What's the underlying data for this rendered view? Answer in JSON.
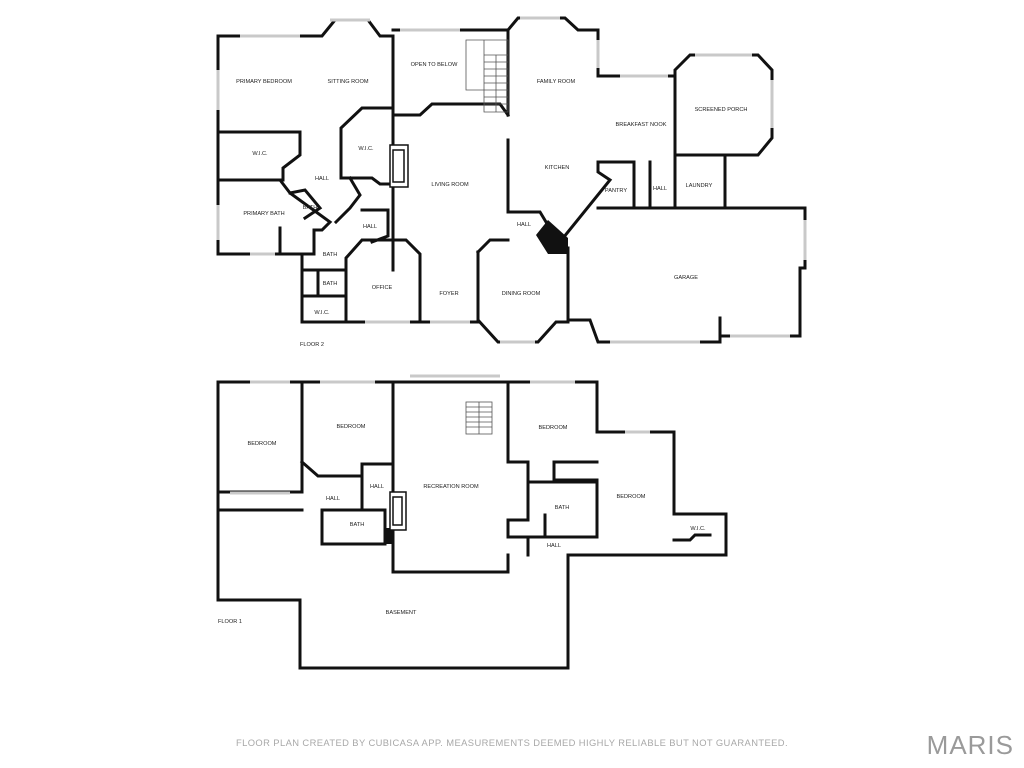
{
  "floors": [
    {
      "floor_label": "FLOOR 2",
      "rooms": [
        {
          "label": "PRIMARY BEDROOM"
        },
        {
          "label": "SITTING ROOM"
        },
        {
          "label": "OPEN TO BELOW"
        },
        {
          "label": "FAMILY ROOM"
        },
        {
          "label": "BREAKFAST NOOK"
        },
        {
          "label": "SCREENED PORCH"
        },
        {
          "label": "W.I.C."
        },
        {
          "label": "W.I.C."
        },
        {
          "label": "HALL"
        },
        {
          "label": "BATH"
        },
        {
          "label": "PRIMARY BATH"
        },
        {
          "label": "HALL"
        },
        {
          "label": "LIVING ROOM"
        },
        {
          "label": "KITCHEN"
        },
        {
          "label": "PANTRY"
        },
        {
          "label": "HALL"
        },
        {
          "label": "LAUNDRY"
        },
        {
          "label": "HALL"
        },
        {
          "label": "BATH"
        },
        {
          "label": "BATH"
        },
        {
          "label": "W.I.C."
        },
        {
          "label": "OFFICE"
        },
        {
          "label": "FOYER"
        },
        {
          "label": "DINING ROOM"
        },
        {
          "label": "GARAGE"
        }
      ]
    },
    {
      "floor_label": "FLOOR 1",
      "rooms": [
        {
          "label": "BEDROOM"
        },
        {
          "label": "BEDROOM"
        },
        {
          "label": "BEDROOM"
        },
        {
          "label": "RECREATION ROOM"
        },
        {
          "label": "HALL"
        },
        {
          "label": "HALL"
        },
        {
          "label": "BATH"
        },
        {
          "label": "BATH"
        },
        {
          "label": "BEDROOM"
        },
        {
          "label": "W.I.C."
        },
        {
          "label": "HALL"
        },
        {
          "label": "BASEMENT"
        }
      ]
    }
  ],
  "disclaimer": "FLOOR PLAN CREATED BY CUBICASA APP. MEASUREMENTS DEEMED HIGHLY RELIABLE BUT NOT GUARANTEED.",
  "watermark": "MARIS",
  "colors": {
    "walls": "#111111",
    "windows": "#c9c9c9",
    "text": "#222222",
    "watermark": "#9a9a9a"
  }
}
